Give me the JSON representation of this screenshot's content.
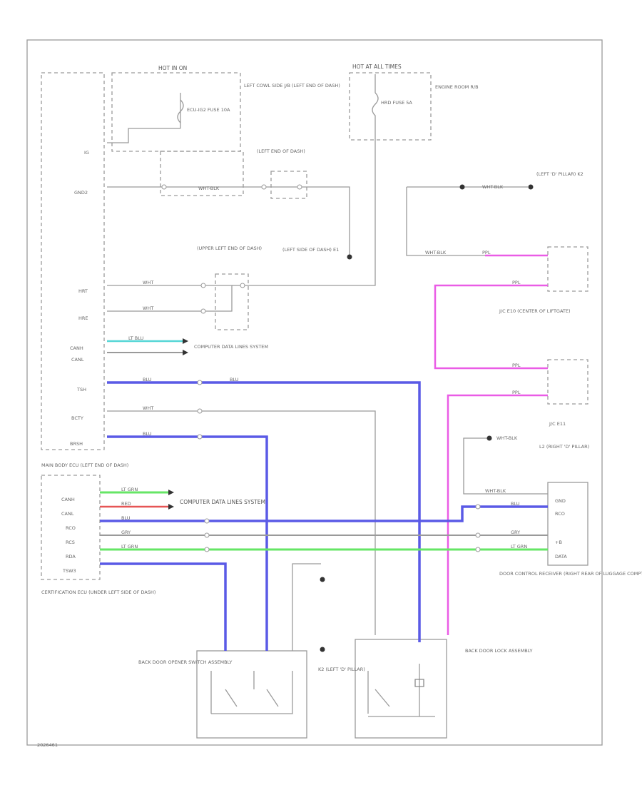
{
  "labels": {
    "hot_in_on": "HOT IN ON",
    "hot_at_all_times": "HOT AT ALL TIMES",
    "left_cowl_side_jb": "LEFT COWL SIDE J/B (LEFT END OF DASH)",
    "ecu_ig_fuse": "ECU-IG2 FUSE 10A",
    "hrd_fuse": "HRD FUSE 5A",
    "engine_room_rb": "ENGINE ROOM R/B",
    "left_end_of_dash": "(LEFT END OF DASH)",
    "upper_left_end_of_dash": "(UPPER LEFT END OF DASH)",
    "left_side_of_dash_e1": "(LEFT SIDE OF DASH) E1",
    "left_d_pillar_k2": "(LEFT 'D' PILLAR) K2",
    "jc_center_liftgate": "J/C E10 (CENTER OF LIFTGATE)",
    "jc_e11": "J/C E11",
    "right_d_pillar_l2": "L2 (RIGHT 'D' PILLAR)",
    "door_control_receiver": "DOOR CONTROL RECEIVER (RIGHT REAR OF LUGGAGE COMPT)",
    "main_body_ecu": "MAIN BODY ECU (LEFT END OF DASH)",
    "computer_data_lines_1": "COMPUTER DATA LINES SYSTEM",
    "computer_data_lines_2": "COMPUTER DATA LINES SYSTEM",
    "certification_ecu": "CERTIFICATION ECU (UNDER LEFT SIDE OF DASH)",
    "back_door_opener": "BACK DOOR OPENER SWITCH ASSEMBLY",
    "back_door_lock": "BACK DOOR LOCK ASSEMBLY",
    "k2_left_d_pillar": "K2 (LEFT 'D' PILLAR)",
    "ecu_pins": [
      "IG",
      "GND2",
      "HRT",
      "HRE",
      "CANH",
      "CANL",
      "TSH",
      "BCTY",
      "BRSH"
    ],
    "cert_pins": [
      "CANH",
      "CANL",
      "RCO",
      "RCS",
      "RDA",
      "TSW3"
    ],
    "receiver_pins": [
      "GND",
      "RCO",
      "+B",
      "DATA"
    ],
    "wire_colors": {
      "wht": "WHT",
      "wht_blk": "WHT-BLK",
      "blu": "BLU",
      "ppl": "PPL",
      "lt_blu": "LT BLU",
      "lt_grn": "LT GRN",
      "red": "RED",
      "gry": "GRY"
    },
    "footer_code": "2026461"
  },
  "colors": {
    "blue": "#5a5ae6",
    "pink": "#ea5ce6",
    "green": "#66e666",
    "cyan": "#55d6d6",
    "red": "#e65555",
    "gray": "#9a9a9a"
  }
}
